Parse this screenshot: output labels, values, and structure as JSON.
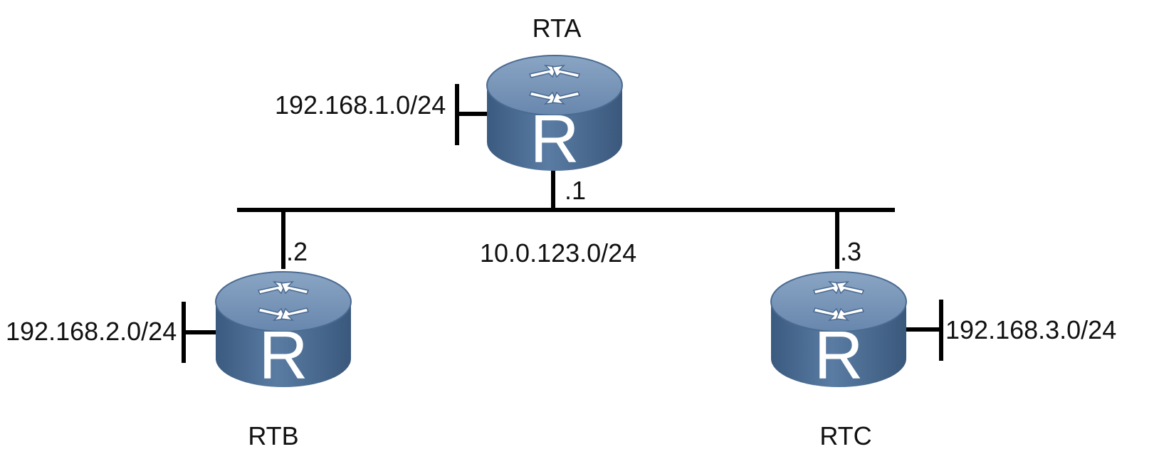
{
  "routers": [
    {
      "id": "rta",
      "name": "RTA",
      "symbol": "R"
    },
    {
      "id": "rtb",
      "name": "RTB",
      "symbol": "R"
    },
    {
      "id": "rtc",
      "name": "RTC",
      "symbol": "R"
    }
  ],
  "networks": {
    "lan_a": "192.168.1.0/24",
    "lan_b": "192.168.2.0/24",
    "lan_c": "192.168.3.0/24",
    "backbone": "10.0.123.0/24"
  },
  "interfaces": {
    "rta": ".1",
    "rtb": ".2",
    "rtc": ".3"
  },
  "colors": {
    "router_body": "#4e6f96",
    "router_top": "#7b97b8",
    "router_side_dark": "#3a587c",
    "router_symbol": "#ffffff",
    "wire": "#000000"
  }
}
